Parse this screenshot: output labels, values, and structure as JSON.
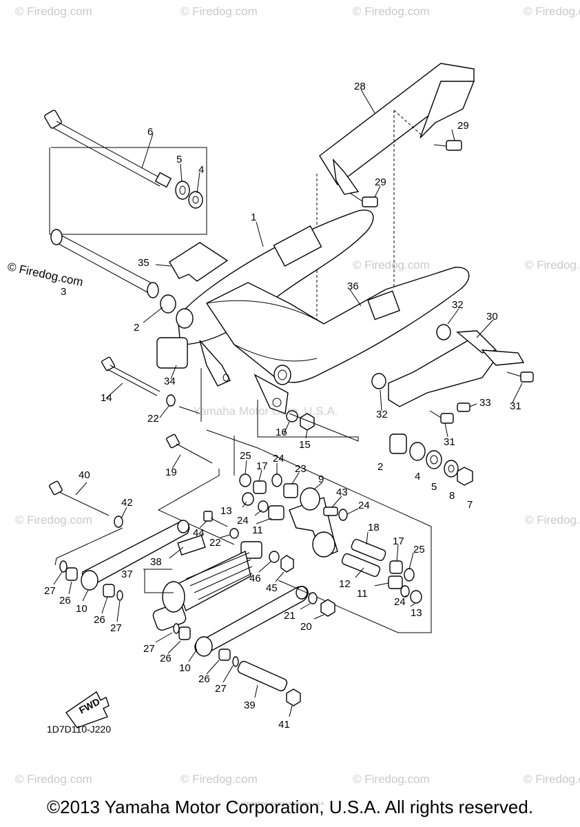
{
  "watermark": "© Firedog.com",
  "center_watermark": "Yamaha Motor Corp, U.S.A.",
  "diagram_code": "1D7D110-J220",
  "fwd_label": "FWD",
  "tiny_copyright": "(c) 2005-2015 Yamaha Motor Corporation, U.S.A.",
  "copyright": "©2013 Yamaha Motor Corporation, U.S.A. All rights reserved.",
  "callouts": [
    "28",
    "29",
    "6",
    "5",
    "4",
    "29",
    "1",
    "35",
    "36",
    "32",
    "30",
    "2",
    "34",
    "14",
    "22",
    "33",
    "31",
    "32",
    "16",
    "15",
    "31",
    "25",
    "24",
    "19",
    "17",
    "23",
    "9",
    "2",
    "4",
    "5",
    "8",
    "7",
    "40",
    "42",
    "43",
    "24",
    "13",
    "24",
    "44",
    "11",
    "18",
    "22",
    "38",
    "17",
    "25",
    "37",
    "46",
    "45",
    "12",
    "11",
    "24",
    "27",
    "26",
    "10",
    "13",
    "26",
    "27",
    "21",
    "20",
    "27",
    "26",
    "10",
    "26",
    "27",
    "39",
    "41",
    "3"
  ]
}
